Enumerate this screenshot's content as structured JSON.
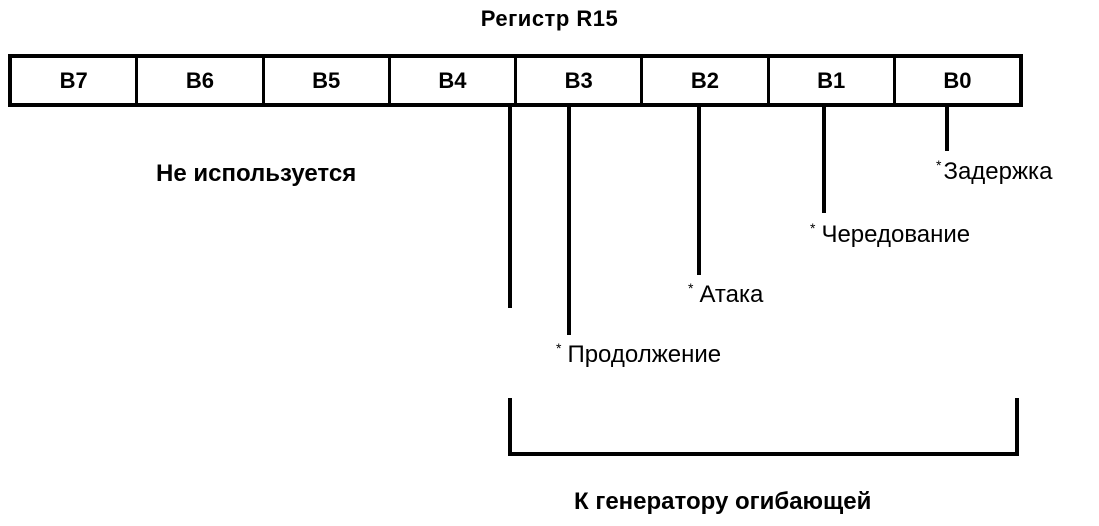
{
  "title": "Регистр R15",
  "register": {
    "bits": [
      "B7",
      "B6",
      "B5",
      "B4",
      "B3",
      "B2",
      "B1",
      "B0"
    ]
  },
  "labels": {
    "unused": "Не используется",
    "delay": "Задержка",
    "alternate": "Чередование",
    "attack": "Атака",
    "continue": "Продолжение",
    "bracket": "К генератору огибающей",
    "marker": "*"
  }
}
